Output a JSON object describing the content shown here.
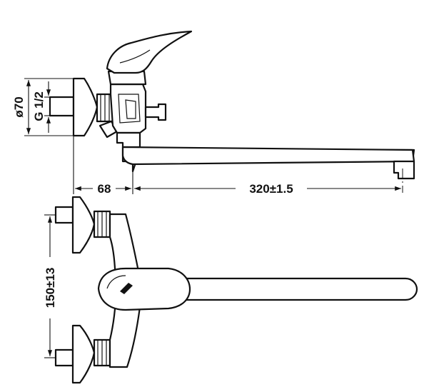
{
  "dimensions": {
    "body_diameter": "ø70",
    "thread": "G 1/2",
    "wall_offset": "68",
    "spout_length": "320±1.5",
    "center_distance": "150±13"
  }
}
